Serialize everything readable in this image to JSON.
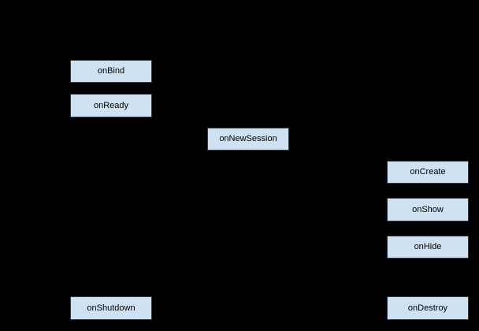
{
  "colors": {
    "background": "#000000",
    "node_fill": "#cfe2f3",
    "node_border": "#333a40",
    "node_text": "#000000"
  },
  "nodes": [
    {
      "id": "onBind",
      "label": "onBind"
    },
    {
      "id": "onReady",
      "label": "onReady"
    },
    {
      "id": "onNewSession",
      "label": "onNewSession"
    },
    {
      "id": "onCreate",
      "label": "onCreate"
    },
    {
      "id": "onShow",
      "label": "onShow"
    },
    {
      "id": "onHide",
      "label": "onHide"
    },
    {
      "id": "onShutdown",
      "label": "onShutdown"
    },
    {
      "id": "onDestroy",
      "label": "onDestroy"
    }
  ]
}
